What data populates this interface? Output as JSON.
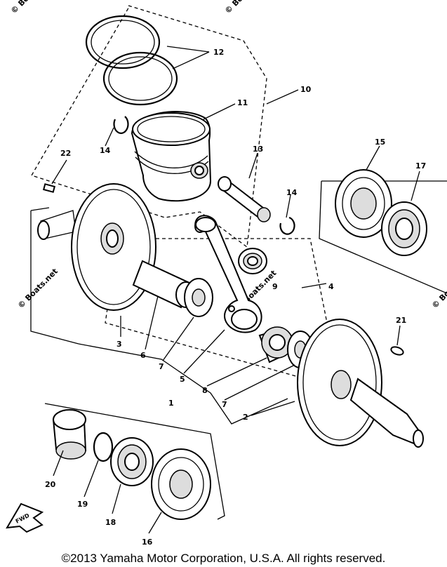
{
  "watermark": {
    "text": "© Boats.net",
    "center_text": "Boats.net"
  },
  "callouts": {
    "c1": "1",
    "c2": "2",
    "c3": "3",
    "c4": "4",
    "c5": "5",
    "c6": "6",
    "c7a": "7",
    "c7b": "7",
    "c8": "8",
    "c9": "9",
    "c10": "10",
    "c11": "11",
    "c12": "12",
    "c13": "13",
    "c14a": "14",
    "c14b": "14",
    "c15": "15",
    "c16": "16",
    "c17": "17",
    "c18": "18",
    "c19": "19",
    "c20": "20",
    "c21": "21",
    "c22": "22"
  },
  "direction_arrow": {
    "label": "FWD"
  },
  "copyright": "©2013 Yamaha Motor Corporation, U.S.A. All rights reserved."
}
